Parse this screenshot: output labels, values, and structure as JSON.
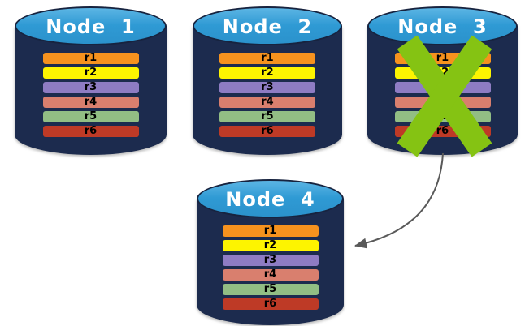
{
  "diagram": {
    "nodes": [
      {
        "label": "Node  1",
        "replicas": [
          {
            "label": "r1",
            "color": "#F6921E"
          },
          {
            "label": "r2",
            "color": "#FDF400"
          },
          {
            "label": "r3",
            "color": "#8E7CC3"
          },
          {
            "label": "r4",
            "color": "#D97F6E"
          },
          {
            "label": "r5",
            "color": "#92BE84"
          },
          {
            "label": "r6",
            "color": "#BE3A26"
          }
        ]
      },
      {
        "label": "Node  2",
        "replicas": [
          {
            "label": "r1",
            "color": "#F6921E"
          },
          {
            "label": "r2",
            "color": "#FDF400"
          },
          {
            "label": "r3",
            "color": "#8E7CC3"
          },
          {
            "label": "r4",
            "color": "#D97F6E"
          },
          {
            "label": "r5",
            "color": "#92BE84"
          },
          {
            "label": "r6",
            "color": "#BE3A26"
          }
        ]
      },
      {
        "label": "Node  3",
        "failed": true,
        "replicas": [
          {
            "label": "r1",
            "color": "#F6921E"
          },
          {
            "label": "r2",
            "color": "#FDF400"
          },
          {
            "label": "r3",
            "color": "#8E7CC3"
          },
          {
            "label": "r4",
            "color": "#D97F6E"
          },
          {
            "label": "r5",
            "color": "#92BE84"
          },
          {
            "label": "r6",
            "color": "#BE3A26"
          }
        ]
      },
      {
        "label": "Node  4",
        "replicas": [
          {
            "label": "r1",
            "color": "#F6921E"
          },
          {
            "label": "r2",
            "color": "#FDF400"
          },
          {
            "label": "r3",
            "color": "#8E7CC3"
          },
          {
            "label": "r4",
            "color": "#D97F6E"
          },
          {
            "label": "r5",
            "color": "#92BE84"
          },
          {
            "label": "r6",
            "color": "#BE3A26"
          }
        ]
      }
    ],
    "failure_mark": {
      "icon": "x-cross-icon",
      "color": "#85C313"
    },
    "arrow": {
      "from": "Node  3",
      "to": "Node  4",
      "color": "#595959"
    },
    "colors": {
      "cylinder_body": "#1c2b4e",
      "cylinder_top": "#2f9ad4",
      "background": "#ffffff"
    }
  }
}
